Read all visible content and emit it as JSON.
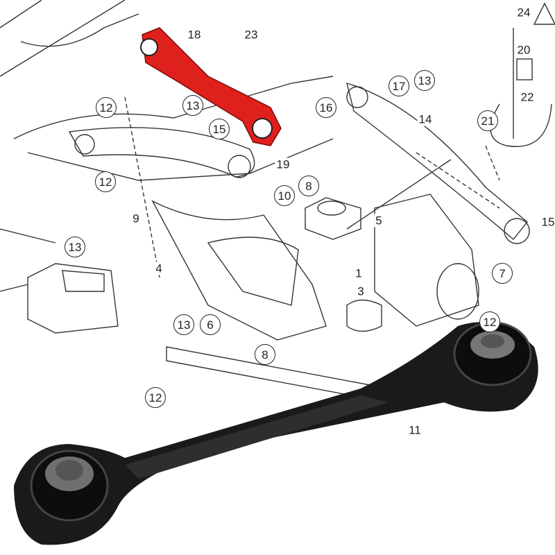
{
  "diagram": {
    "highlight_color": "#e0201c",
    "line_color": "#333333",
    "photo_color": "#1a1a1a",
    "callouts": [
      {
        "label": "24",
        "circled": false
      },
      {
        "label": "18",
        "circled": false
      },
      {
        "label": "23",
        "circled": false
      },
      {
        "label": "20",
        "circled": false
      },
      {
        "label": "17",
        "circled": true
      },
      {
        "label": "13",
        "circled": true
      },
      {
        "label": "12",
        "circled": true
      },
      {
        "label": "13",
        "circled": true
      },
      {
        "label": "16",
        "circled": true
      },
      {
        "label": "22",
        "circled": false
      },
      {
        "label": "15",
        "circled": true
      },
      {
        "label": "14",
        "circled": false
      },
      {
        "label": "21",
        "circled": true
      },
      {
        "label": "19",
        "circled": false
      },
      {
        "label": "12",
        "circled": true
      },
      {
        "label": "10",
        "circled": true
      },
      {
        "label": "8",
        "circled": true
      },
      {
        "label": "9",
        "circled": false
      },
      {
        "label": "5",
        "circled": false
      },
      {
        "label": "15",
        "circled": false
      },
      {
        "label": "13",
        "circled": true
      },
      {
        "label": "4",
        "circled": false
      },
      {
        "label": "1",
        "circled": false
      },
      {
        "label": "7",
        "circled": true
      },
      {
        "label": "3",
        "circled": false
      },
      {
        "label": "13",
        "circled": true
      },
      {
        "label": "6",
        "circled": true
      },
      {
        "label": "12",
        "circled": true
      },
      {
        "label": "8",
        "circled": true
      },
      {
        "label": "12",
        "circled": true
      },
      {
        "label": "11",
        "circled": false
      }
    ]
  }
}
